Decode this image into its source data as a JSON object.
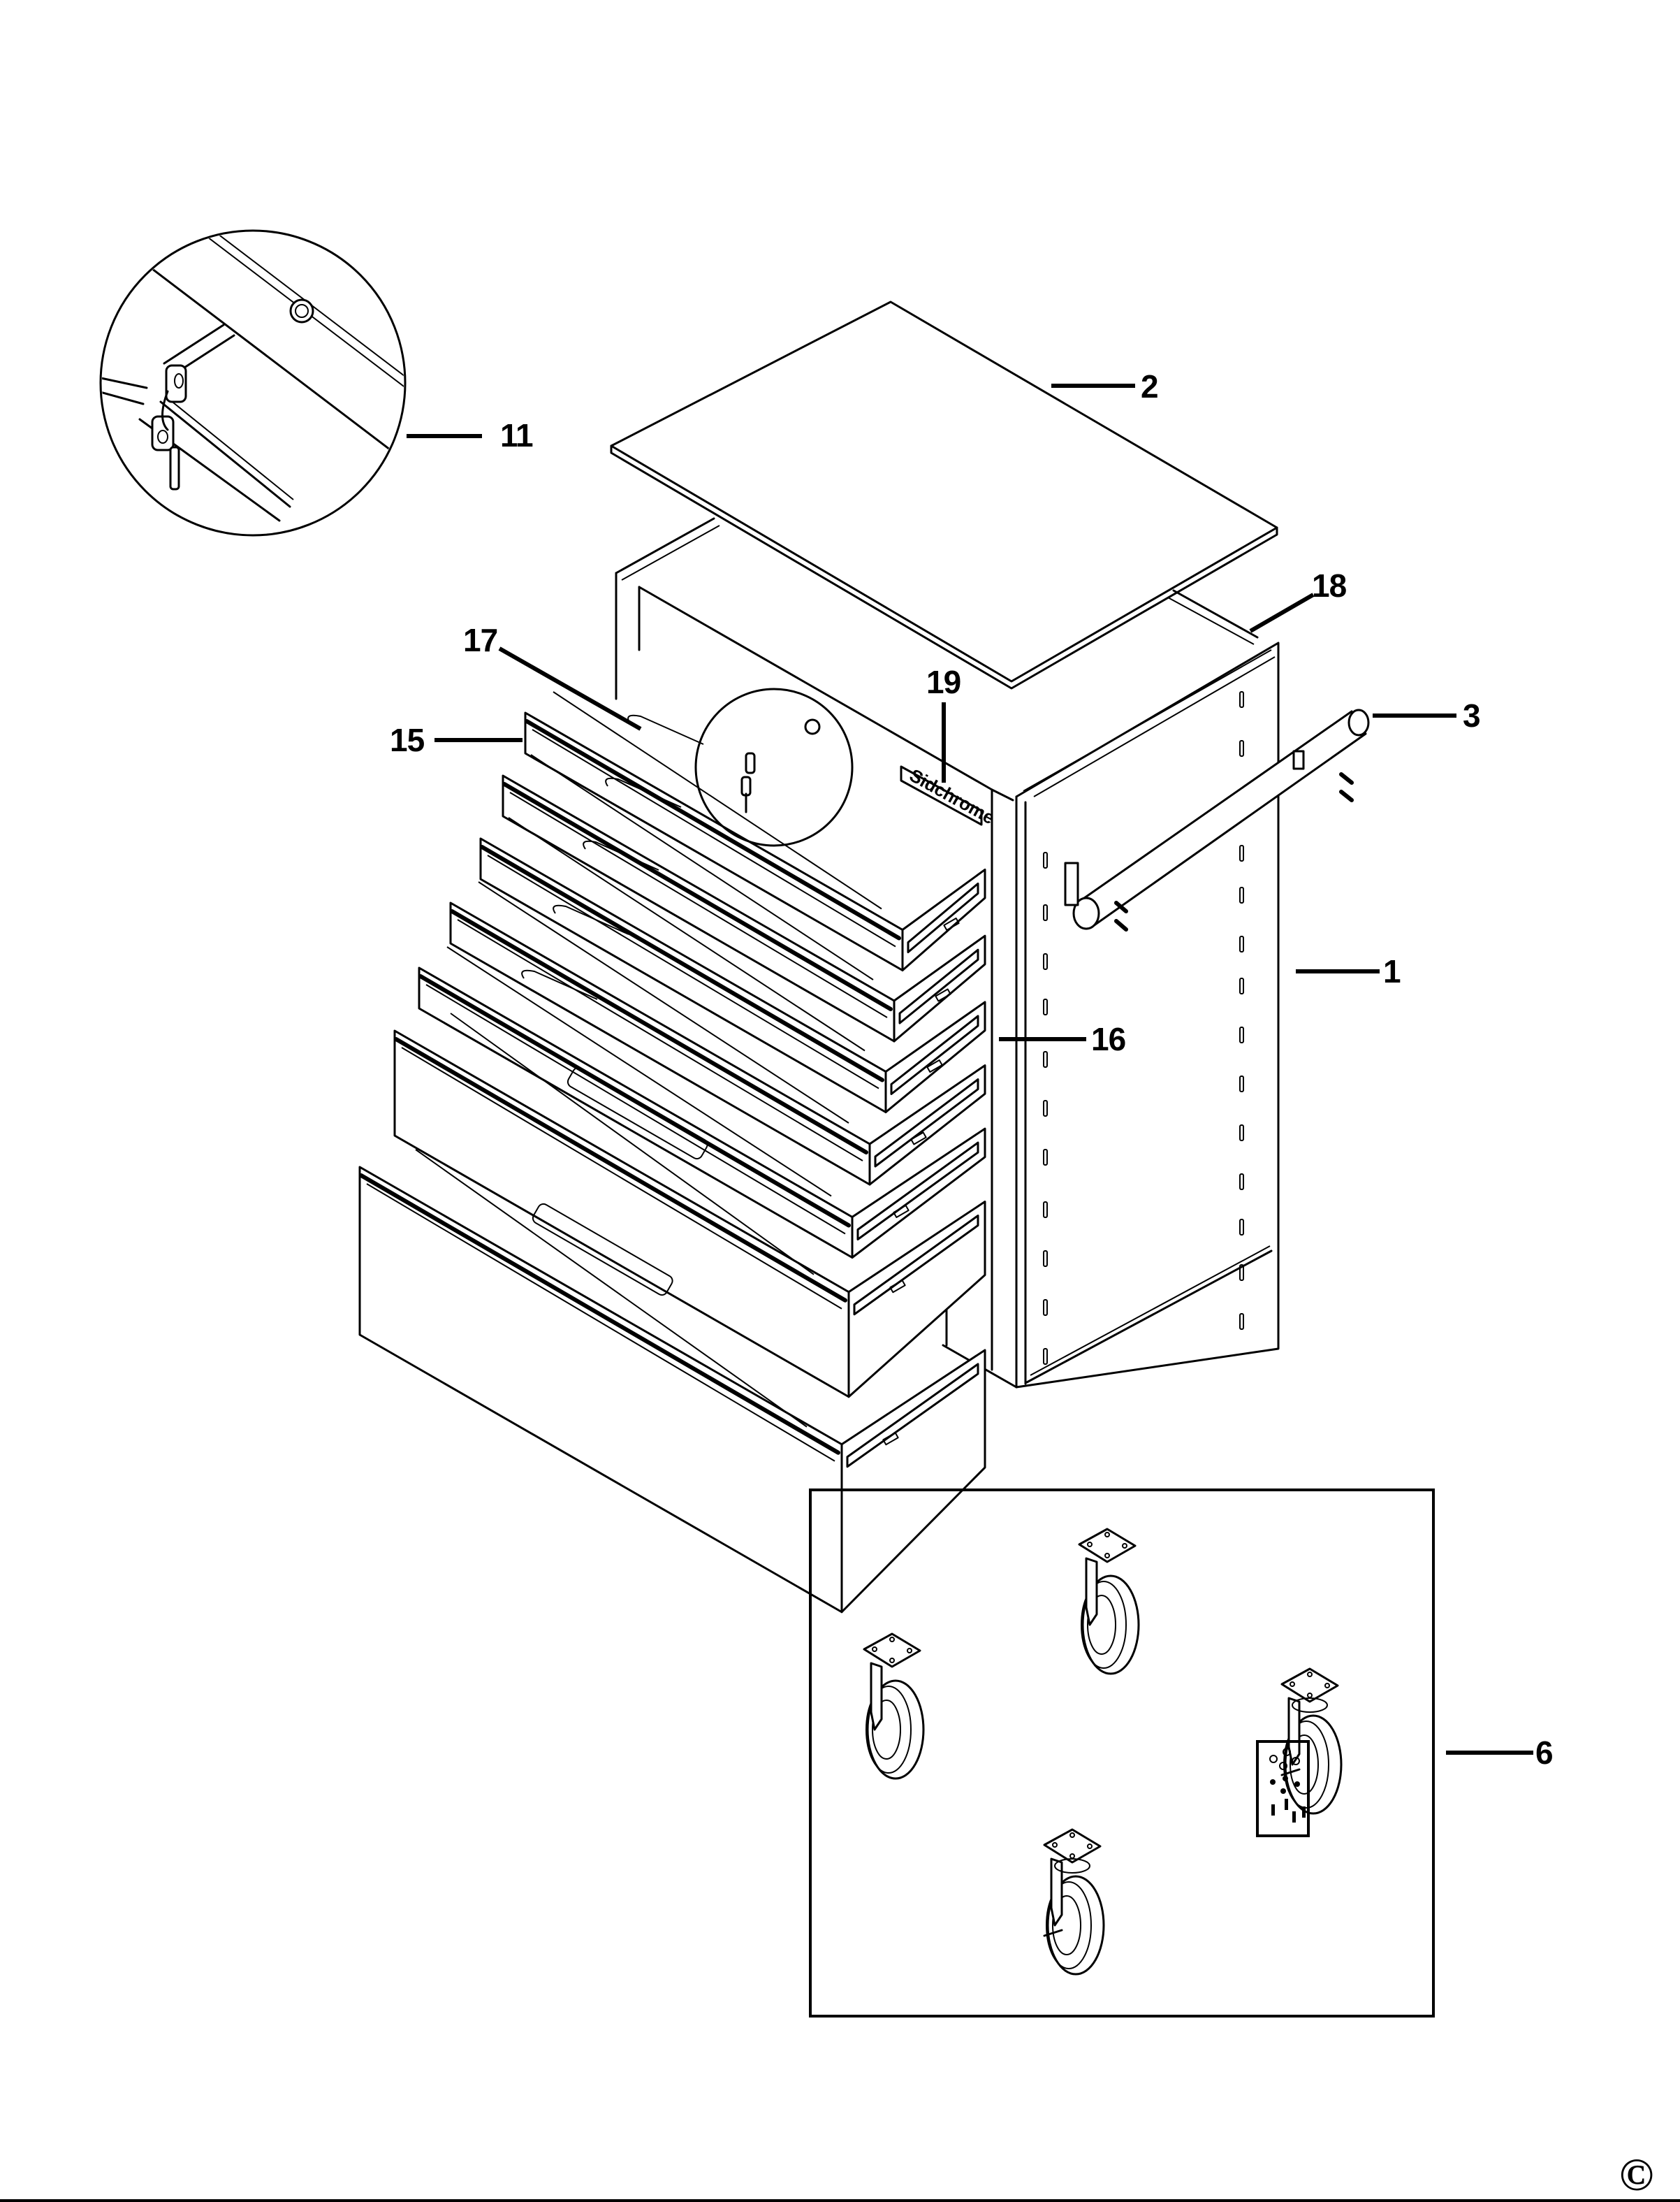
{
  "diagram": {
    "type": "exploded parts diagram",
    "subject": "tool cabinet (roller cabinet) with drawers",
    "brand_badge": "Sidchrome",
    "copyright_symbol": "©"
  },
  "callouts": [
    {
      "id": "1",
      "label": "1",
      "part": "cabinet body"
    },
    {
      "id": "2",
      "label": "2",
      "part": "top mat"
    },
    {
      "id": "3",
      "label": "3",
      "part": "side handle"
    },
    {
      "id": "6",
      "label": "6",
      "part": "caster kit"
    },
    {
      "id": "11",
      "label": "11",
      "part": "lock and keys"
    },
    {
      "id": "15",
      "label": "15",
      "part": "drawer"
    },
    {
      "id": "16",
      "label": "16",
      "part": "drawer slide"
    },
    {
      "id": "17",
      "label": "17",
      "part": "drawer liner"
    },
    {
      "id": "18",
      "label": "18",
      "part": "top trim"
    },
    {
      "id": "19",
      "label": "19",
      "part": "badge"
    }
  ],
  "caster_kit": {
    "fixed_casters": 2,
    "swivel_casters_with_brake": 2,
    "hardware_pack": {
      "washers": 5,
      "nuts": 4,
      "bolts": 4
    }
  }
}
